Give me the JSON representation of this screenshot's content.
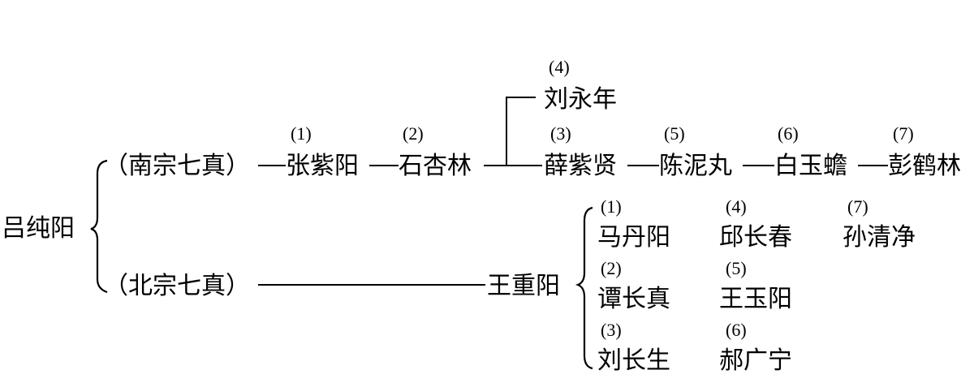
{
  "root": {
    "label": "吕纯阳"
  },
  "south": {
    "label": "（南宗七真）",
    "chain": [
      {
        "num": "(1)",
        "name": "张紫阳"
      },
      {
        "num": "(2)",
        "name": "石杏林"
      },
      {
        "num": "(3)",
        "name": "薛紫贤"
      },
      {
        "num": "(5)",
        "name": "陈泥丸"
      },
      {
        "num": "(6)",
        "name": "白玉蟾"
      },
      {
        "num": "(7)",
        "name": "彭鹤林"
      }
    ],
    "branch": {
      "num": "(4)",
      "name": "刘永年"
    }
  },
  "north": {
    "label": "（北宗七真）",
    "founder": "王重阳",
    "disciples": [
      {
        "num": "(1)",
        "name": "马丹阳"
      },
      {
        "num": "(4)",
        "name": "邱长春"
      },
      {
        "num": "(7)",
        "name": "孙清净"
      },
      {
        "num": "(2)",
        "name": "谭长真"
      },
      {
        "num": "(5)",
        "name": "王玉阳"
      },
      {
        "num": "(3)",
        "name": "刘长生"
      },
      {
        "num": "(6)",
        "name": "郝广宁"
      }
    ]
  }
}
